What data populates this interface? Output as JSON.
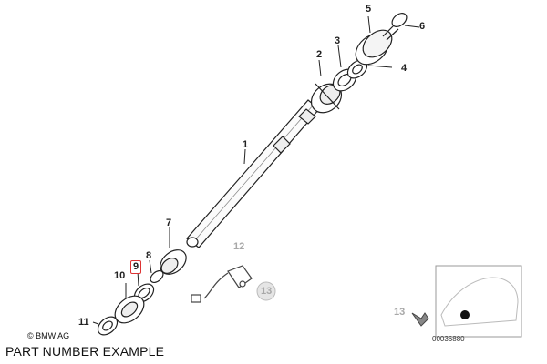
{
  "callouts": [
    {
      "id": "c1",
      "label": "1"
    },
    {
      "id": "c2",
      "label": "2"
    },
    {
      "id": "c3",
      "label": "3"
    },
    {
      "id": "c4",
      "label": "4"
    },
    {
      "id": "c5",
      "label": "5"
    },
    {
      "id": "c6",
      "label": "6"
    },
    {
      "id": "c7",
      "label": "7"
    },
    {
      "id": "c8",
      "label": "8"
    },
    {
      "id": "c9",
      "label": "9",
      "highlighted": true
    },
    {
      "id": "c10",
      "label": "10"
    },
    {
      "id": "c11",
      "label": "11"
    },
    {
      "id": "c12",
      "label": "12",
      "muted": true
    },
    {
      "id": "c13",
      "label": "13",
      "muted": true
    },
    {
      "id": "c13b",
      "label": "13",
      "muted": true
    }
  ],
  "copyright": "© BMW AG",
  "diagram_id": "00036880",
  "caption": "PART NUMBER EXAMPLE",
  "colors": {
    "line": "#222222",
    "muted": "#a8a8a8",
    "highlight": "#dd3333"
  }
}
